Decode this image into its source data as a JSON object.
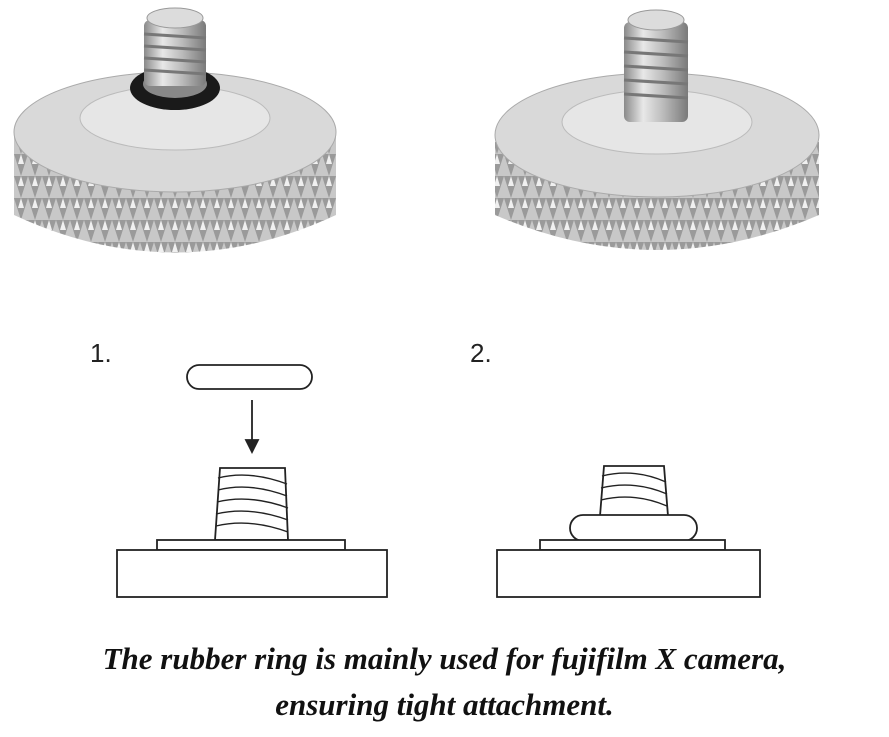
{
  "steps": {
    "one": "1.",
    "two": "2."
  },
  "caption": {
    "line1": "The rubber ring is mainly used for fujifilm X camera,",
    "line2": "ensuring tight attachment."
  }
}
